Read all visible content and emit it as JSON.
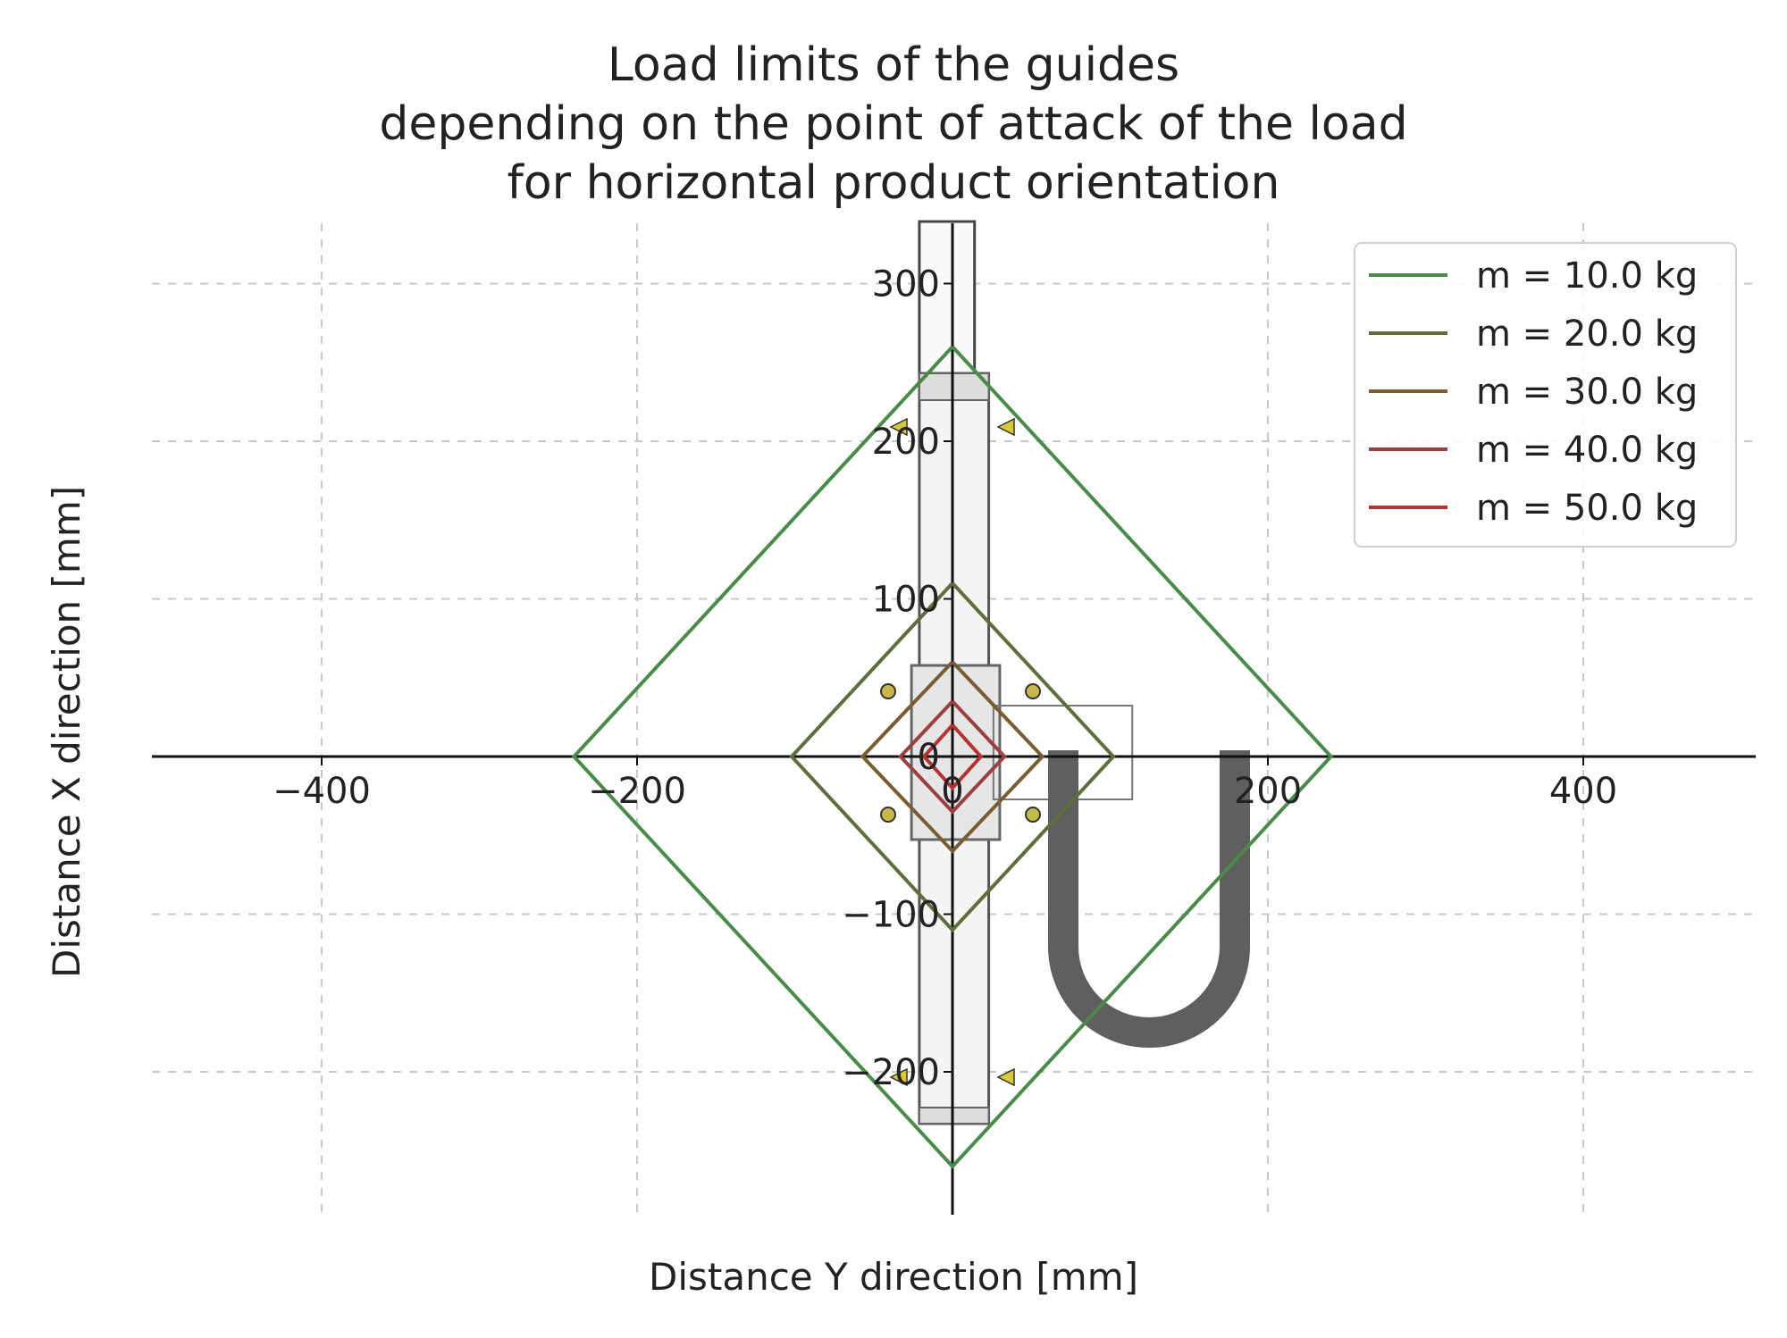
{
  "chart_data": {
    "type": "line",
    "title_lines": [
      "Load limits of the guides",
      "depending on the point of attack of the load",
      "for horizontal product orientation"
    ],
    "xlabel": "Distance Y direction  [mm]",
    "ylabel": "Distance X direction  [mm]",
    "xlim": [
      -510,
      510
    ],
    "ylim": [
      -290,
      340
    ],
    "xticks": [
      -400,
      -200,
      200,
      400
    ],
    "xtick_labels": [
      "−400",
      "−200",
      "200",
      "400"
    ],
    "yticks": [
      300,
      200,
      100,
      -100,
      -200
    ],
    "ytick_labels": [
      "300",
      "200",
      "100",
      "−100",
      "−200"
    ],
    "zero_labels": [
      "0",
      "0"
    ],
    "grid": true,
    "legend_position": "top-right",
    "series": [
      {
        "name": "m = 10.0 kg",
        "color": "#4a8a4a",
        "x": [
          0,
          240,
          0,
          -240,
          0
        ],
        "y": [
          260,
          0,
          -260,
          0,
          260
        ]
      },
      {
        "name": "m = 20.0 kg",
        "color": "#5e6e3c",
        "x": [
          0,
          102,
          0,
          -102,
          0
        ],
        "y": [
          110,
          0,
          -110,
          0,
          110
        ]
      },
      {
        "name": "m = 30.0 kg",
        "color": "#7a5c32",
        "x": [
          0,
          57,
          0,
          -57,
          0
        ],
        "y": [
          60,
          0,
          -60,
          0,
          60
        ]
      },
      {
        "name": "m = 40.0 kg",
        "color": "#9a4040",
        "x": [
          0,
          33,
          0,
          -33,
          0
        ],
        "y": [
          35,
          0,
          -35,
          0,
          35
        ]
      },
      {
        "name": "m = 50.0 kg",
        "color": "#b43434",
        "x": [
          0,
          18,
          0,
          -18,
          0
        ],
        "y": [
          20,
          0,
          -20,
          0,
          20
        ]
      }
    ]
  }
}
